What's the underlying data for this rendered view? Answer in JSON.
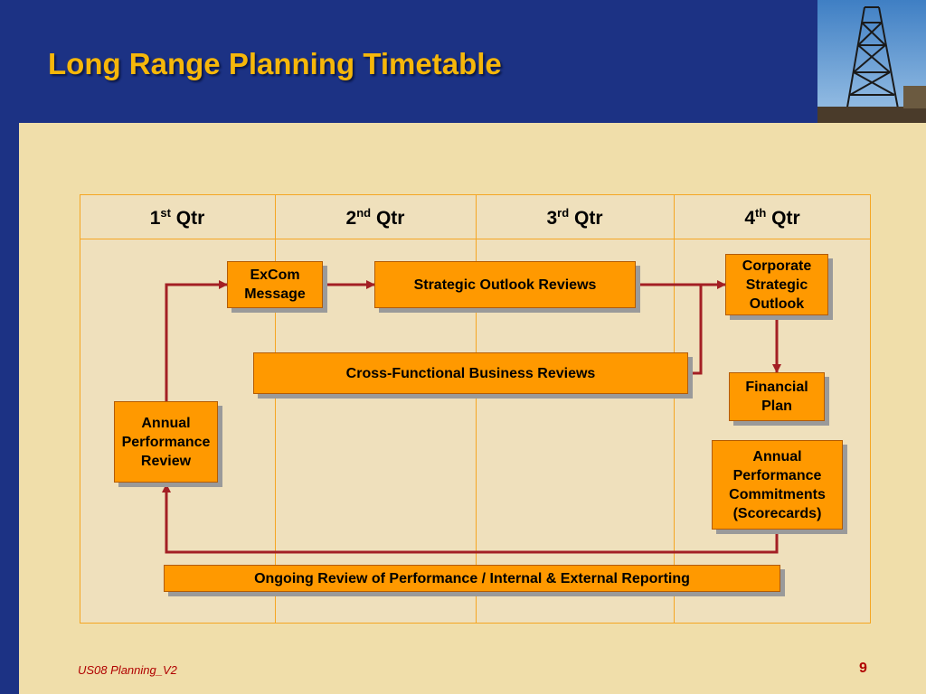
{
  "slide": {
    "title": "Long Range Planning Timetable",
    "footer": "US08 Planning_V2",
    "page_number": "9"
  },
  "quarters": [
    {
      "num": "1",
      "suffix": "st",
      "label": "Qtr"
    },
    {
      "num": "2",
      "suffix": "nd",
      "label": "Qtr"
    },
    {
      "num": "3",
      "suffix": "rd",
      "label": "Qtr"
    },
    {
      "num": "4",
      "suffix": "th",
      "label": "Qtr"
    }
  ],
  "boxes": {
    "excom": [
      "ExCom",
      "Message"
    ],
    "strategic_outlook": "Strategic Outlook Reviews",
    "corporate_outlook": [
      "Corporate",
      "Strategic",
      "Outlook"
    ],
    "cross_functional": "Cross-Functional Business Reviews",
    "financial_plan": [
      "Financial",
      "Plan"
    ],
    "annual_review": [
      "Annual",
      "Performance",
      "Review"
    ],
    "annual_commitments": [
      "Annual",
      "Performance",
      "Commitments",
      "(Scorecards)"
    ],
    "ongoing": "Ongoing Review of Performance / Internal & External Reporting"
  },
  "colors": {
    "header": "#1c3284",
    "title": "#f6b70a",
    "background": "#f1deaa",
    "box_fill": "#ff9900",
    "arrow": "#a31f24",
    "grid_line": "#f5a623"
  }
}
